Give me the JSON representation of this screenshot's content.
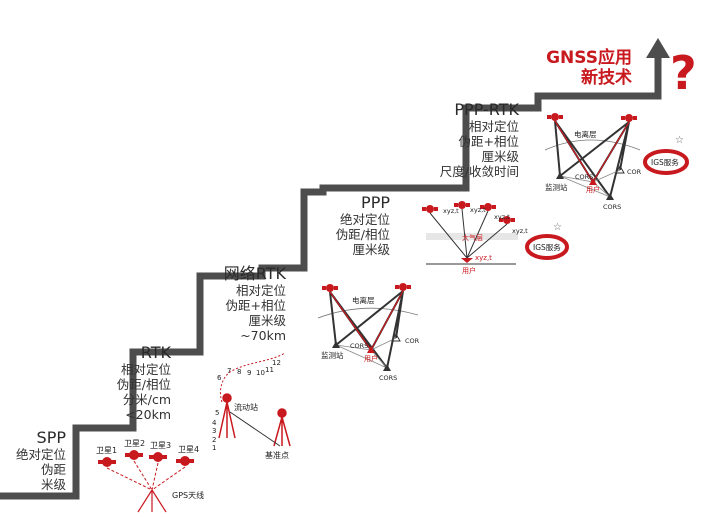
{
  "gnss_title": {
    "line1": "GNSS应用",
    "line2": "新技术"
  },
  "question_mark": "?",
  "steps": [
    {
      "id": "spp",
      "title": "SPP",
      "lines": [
        "绝对定位",
        "伪距",
        "米级"
      ]
    },
    {
      "id": "rtk",
      "title": "RTK",
      "lines": [
        "相对定位",
        "伪距/相位",
        "分米/cm",
        "<20km"
      ]
    },
    {
      "id": "nrtk",
      "title": "网络RTK",
      "lines": [
        "相对定位",
        "伪距+相位",
        "厘米级",
        "~70km"
      ]
    },
    {
      "id": "ppp",
      "title": "PPP",
      "lines": [
        "绝对定位",
        "伪距/相位",
        "厘米级"
      ]
    },
    {
      "id": "ppprtk",
      "title": "PPP-RTK",
      "lines": [
        "相对定位",
        "伪距+相位",
        "厘米级",
        "尺度/收敛时间"
      ]
    }
  ],
  "spp_figure": {
    "satellites": [
      "卫星1",
      "卫星2",
      "卫星3",
      "卫星4"
    ],
    "antenna": "GPS天线"
  },
  "rtk_figure": {
    "rover": "流动站",
    "base": "基准点",
    "epochs": [
      "1",
      "2",
      "3",
      "4",
      "5",
      "6",
      "7",
      "8",
      "9",
      "10",
      "11",
      "12"
    ]
  },
  "nrtk_figure": {
    "ionosphere": "电离层",
    "monitor": "监测站",
    "user": "用户",
    "cors1": "CORS",
    "cors2": "CORS",
    "cor": "COR"
  },
  "ppp_figure": {
    "sats": [
      "xyz,t",
      "xyz,t",
      "xyz,t",
      "xyz,t"
    ],
    "atmos": "大气层",
    "user_pos": "xyz,t",
    "user": "用户",
    "igs": "IGS服务"
  },
  "ppprtk_figure": {
    "ionosphere": "电离层",
    "monitor": "监测站",
    "user": "用户",
    "cors1": "CORS",
    "cors2": "CORS",
    "cor": "COR",
    "igs": "IGS服务"
  },
  "colors": {
    "accent": "#c8191f",
    "stair": "#4d4d4d",
    "text": "#333333"
  }
}
